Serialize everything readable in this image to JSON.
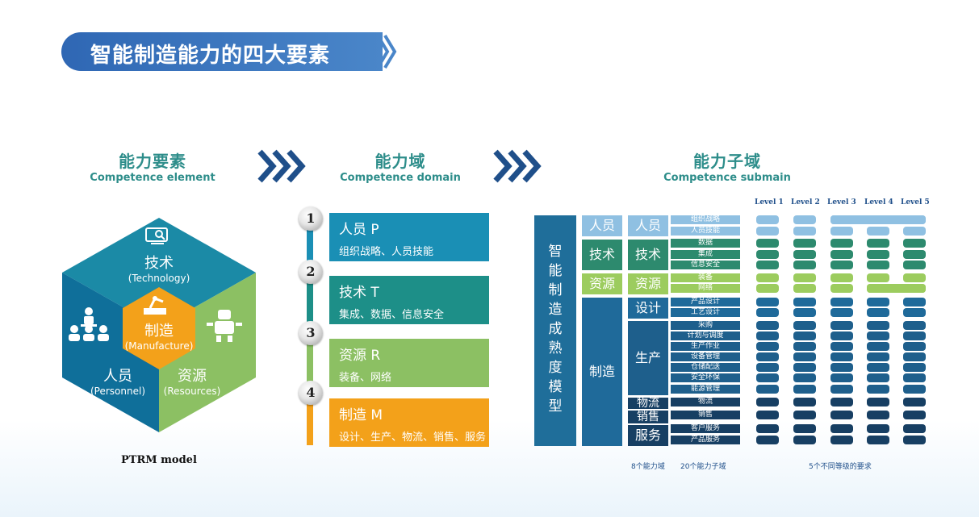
{
  "title": "智能制造能力的四大要素",
  "columns": {
    "element": {
      "cn": "能力要素",
      "en": "Competence element"
    },
    "domain": {
      "cn": "能力域",
      "en": "Competence domain"
    },
    "submain": {
      "cn": "能力子域",
      "en": "Competence submain"
    }
  },
  "hexagon": {
    "technology": {
      "cn": "技术",
      "en": "(Technology)"
    },
    "manufacture": {
      "cn": "制造",
      "en": "(Manufacture)"
    },
    "personnel": {
      "cn": "人员",
      "en": "(Personnel)"
    },
    "resources": {
      "cn": "资源",
      "en": "(Resources)"
    },
    "caption": "PTRM model",
    "colors": {
      "top": "#1b8aa6",
      "left": "#0f6f9a",
      "right": "#8cc063",
      "center": "#f3a11a"
    }
  },
  "domains": [
    {
      "num": "1",
      "head": "人员 P",
      "sub": "组织战略、人员技能",
      "color": "#1a8fb5"
    },
    {
      "num": "2",
      "head": "技术 T",
      "sub": "集成、数据、信息安全",
      "color": "#1d8f88"
    },
    {
      "num": "3",
      "head": "资源 R",
      "sub": "装备、网络",
      "color": "#8cc063"
    },
    {
      "num": "4",
      "head": "制造 M",
      "sub": "设计、生产、物流、销售、服务",
      "color": "#f3a11a"
    }
  ],
  "matrix": {
    "main_label": [
      "智",
      "能",
      "制",
      "造",
      "成",
      "熟",
      "度",
      "模",
      "型"
    ],
    "domains_col": [
      "人员",
      "技术",
      "资源",
      "制造"
    ],
    "sub_groups": [
      "人员",
      "技术",
      "资源",
      "设计",
      "生产",
      "物流",
      "销售",
      "服务"
    ],
    "items": [
      "组织战略",
      "人员技能",
      "数据",
      "集成",
      "信息安全",
      "装备",
      "网络",
      "产品设计",
      "工艺设计",
      "采购",
      "计划与调度",
      "生产作业",
      "设备管理",
      "仓储配送",
      "安全环保",
      "能源管理",
      "物流",
      "销售",
      "客户服务",
      "产品服务"
    ],
    "levels": [
      "Level 1",
      "Level 2",
      "Level 3",
      "Level 4",
      "Level 5"
    ],
    "footer": {
      "domains": "8个能力域",
      "subs": "20个能力子域",
      "levels": "5个不同等级的要求"
    },
    "colors": {
      "personnel": "#8fc0e2",
      "tech": "#2d8a6e",
      "resource": "#9ccc5e",
      "design": "#1f6a9a",
      "production": "#1e5f8c",
      "dark": "#173f63"
    }
  }
}
